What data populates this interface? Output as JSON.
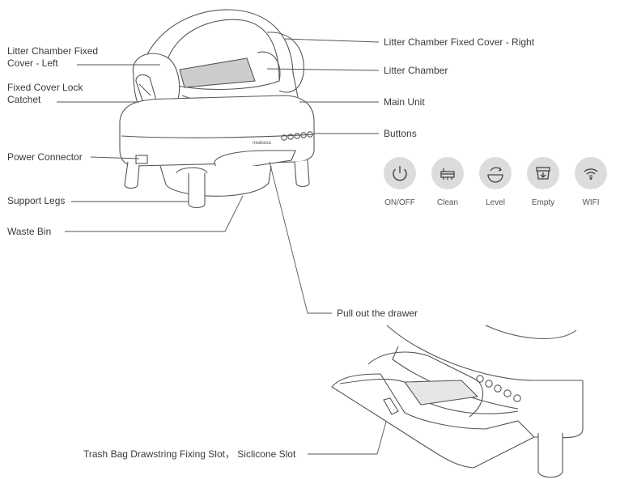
{
  "labels": {
    "cover_left": "Litter Chamber Fixed\nCover - Left",
    "lock_catchet": "Fixed Cover Lock\nCatchet",
    "power_connector": "Power Connector",
    "support_legs": "Support Legs",
    "waste_bin": "Waste Bin",
    "cover_right": "Litter Chamber Fixed Cover - Right",
    "litter_chamber": "Litter Chamber",
    "main_unit": "Main Unit",
    "buttons": "Buttons",
    "pull_drawer": "Pull out the drawer",
    "trash_bag": "Trash Bag Drawstring Fixing Slot， Siclicone Slot"
  },
  "brand_mark": "neakasa",
  "buttons": [
    {
      "icon": "power-icon",
      "label": "ON/OFF"
    },
    {
      "icon": "broom-icon",
      "label": "Clean"
    },
    {
      "icon": "level-icon",
      "label": "Level"
    },
    {
      "icon": "empty-bin-icon",
      "label": "Empty"
    },
    {
      "icon": "wifi-icon",
      "label": "WIFI"
    }
  ],
  "colors": {
    "button_bg": "#dcdcdc",
    "line": "#555555",
    "icon": "#444444"
  }
}
